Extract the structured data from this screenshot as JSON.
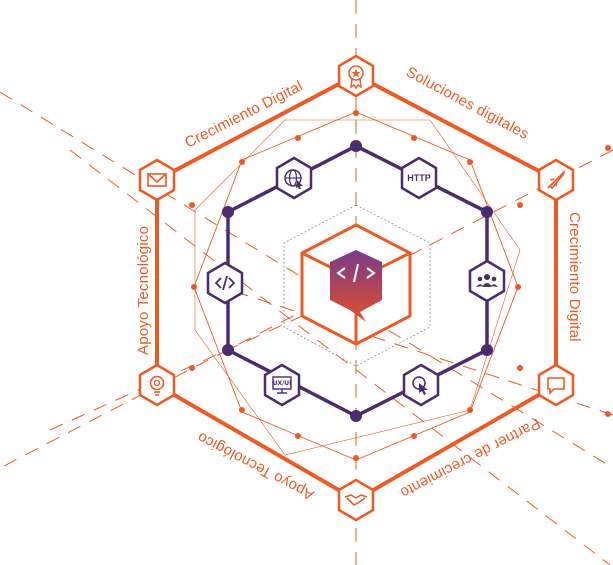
{
  "colors": {
    "orange": "#ee5a24",
    "purple": "#4a2c6e",
    "gray": "#8a8a8a",
    "cube_gradient_top": "#7a3a8a",
    "cube_gradient_bottom": "#e0502a"
  },
  "outer_labels": {
    "top_left": "Crecimiento Digital",
    "top_right": "Soluciones digitales",
    "right": "Crecimiento Digital",
    "bottom_right": "Partner de crecimiento",
    "bottom_left": "Apoyo Tecnológico",
    "left": "Apoyo Tecnológico"
  },
  "outer_icons": {
    "top": "award-ribbon-icon",
    "top_right": "rocket-icon",
    "bottom_right": "chat-bubble-icon",
    "bottom": "handshake-icon",
    "bottom_left": "lightbulb-gear-icon",
    "top_left": "envelope-icon"
  },
  "inner_icons": {
    "top_left": "globe-cursor-icon",
    "top_right": "http-badge-icon",
    "right": "users-group-icon",
    "bottom_right": "click-cursor-icon",
    "bottom_left": "ux-ui-monitor-icon",
    "left": "code-brackets-icon"
  },
  "inner_badges": {
    "http": "HTTP",
    "uxui": "UX/UI"
  },
  "center_icon": "code-cube-icon"
}
